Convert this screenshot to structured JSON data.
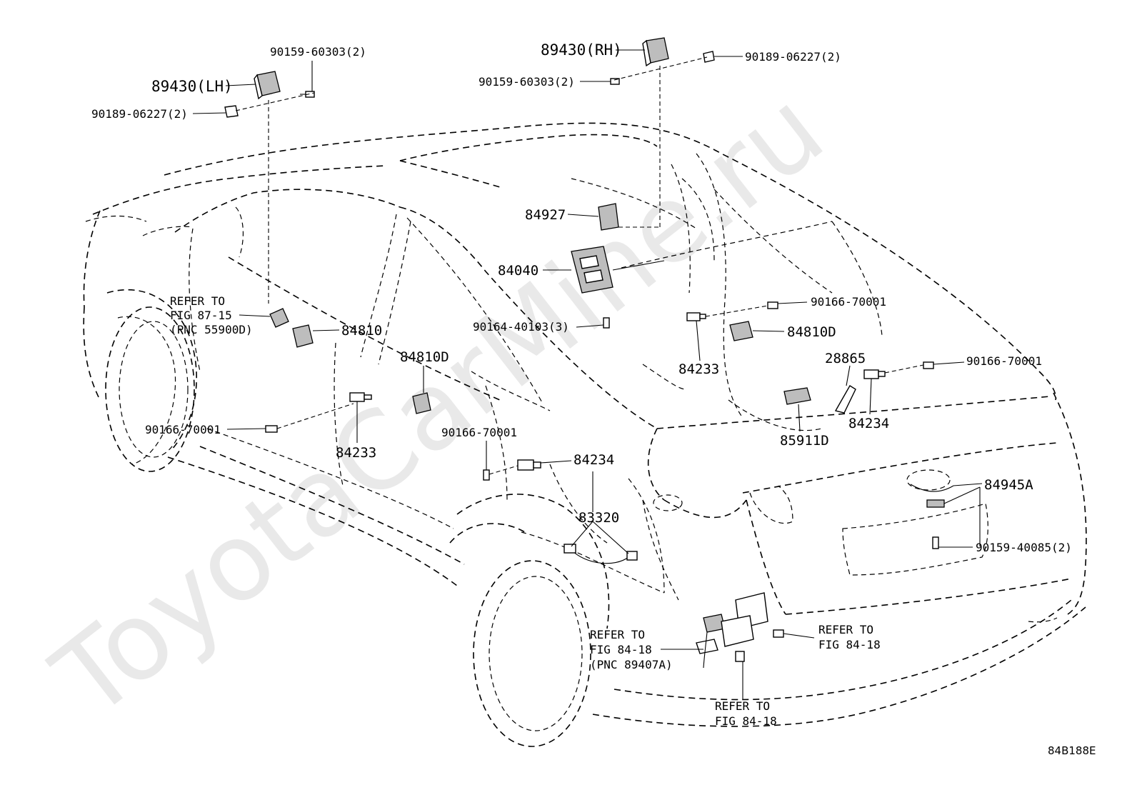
{
  "watermark": "ToyotaCarMine.ru",
  "diagram_code": "84B188E",
  "labels": {
    "p89430_lh": "89430(LH)",
    "p89430_rh": "89430(RH)",
    "b90159_lh": "90159-60303(2)",
    "b90159_rh": "90159-60303(2)",
    "c90189_lh": "90189-06227(2)",
    "c90189_rh": "90189-06227(2)",
    "p84927": "84927",
    "p84040": "84040",
    "b90164": "90164-40103(3)",
    "p84810": "84810",
    "p84810d_a": "84810D",
    "p84810d_b": "84810D",
    "b90166_a": "90166-70001",
    "b90166_b": "90166-70001",
    "b90166_c": "90166-70001",
    "b90166_d": "90166-70001",
    "p84233_a": "84233",
    "p84233_b": "84233",
    "p84234_a": "84234",
    "p84234_b": "84234",
    "p28865": "28865",
    "p85911d": "85911D",
    "p83320": "83320",
    "p84945a": "84945A",
    "b90159_40085": "90159-40085(2)"
  },
  "references": {
    "ref_8715": {
      "line1": "REFER TO",
      "line2": "FIG 87-15",
      "line3": "(PNC 55900D)"
    },
    "ref_8418_a": {
      "line1": "REFER TO",
      "line2": "FIG 84-18",
      "line3": "(PNC 89407A)"
    },
    "ref_8418_b": {
      "line1": "REFER TO",
      "line2": "FIG 84-18"
    },
    "ref_8418_c": {
      "line1": "REFER TO",
      "line2": "FIG 84-18"
    }
  }
}
